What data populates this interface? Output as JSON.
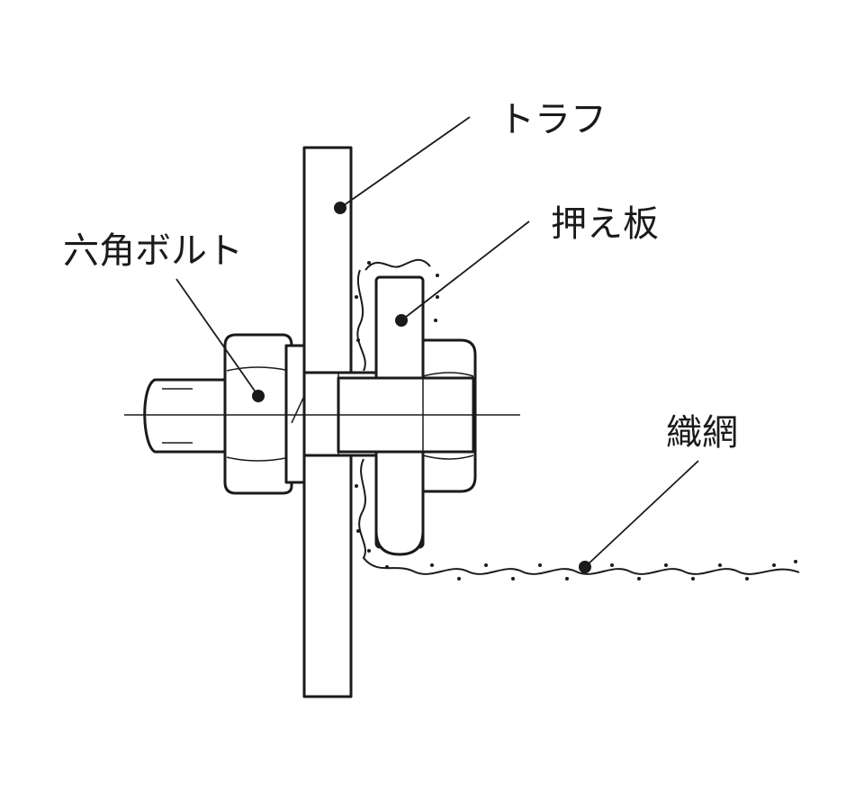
{
  "labels": {
    "trough": "トラフ",
    "pressure_plate": "押え板",
    "hex_bolt": "六角ボルト",
    "woven_mesh": "織網"
  },
  "colors": {
    "line": "#1a1a1a",
    "background": "#ffffff"
  }
}
